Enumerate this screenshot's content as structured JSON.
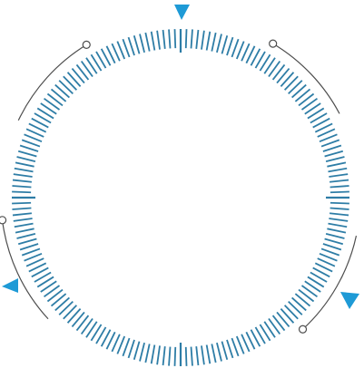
{
  "dial": {
    "tick_color": "#2e7da6",
    "ring_color": "#4d4d4d",
    "handle_fill": "#ffffff",
    "marker_color": "#1e9ad6",
    "major_tick_count": 4,
    "minor_tick_count": 180,
    "arc_segment_count": 4,
    "pointer_count": 3
  }
}
